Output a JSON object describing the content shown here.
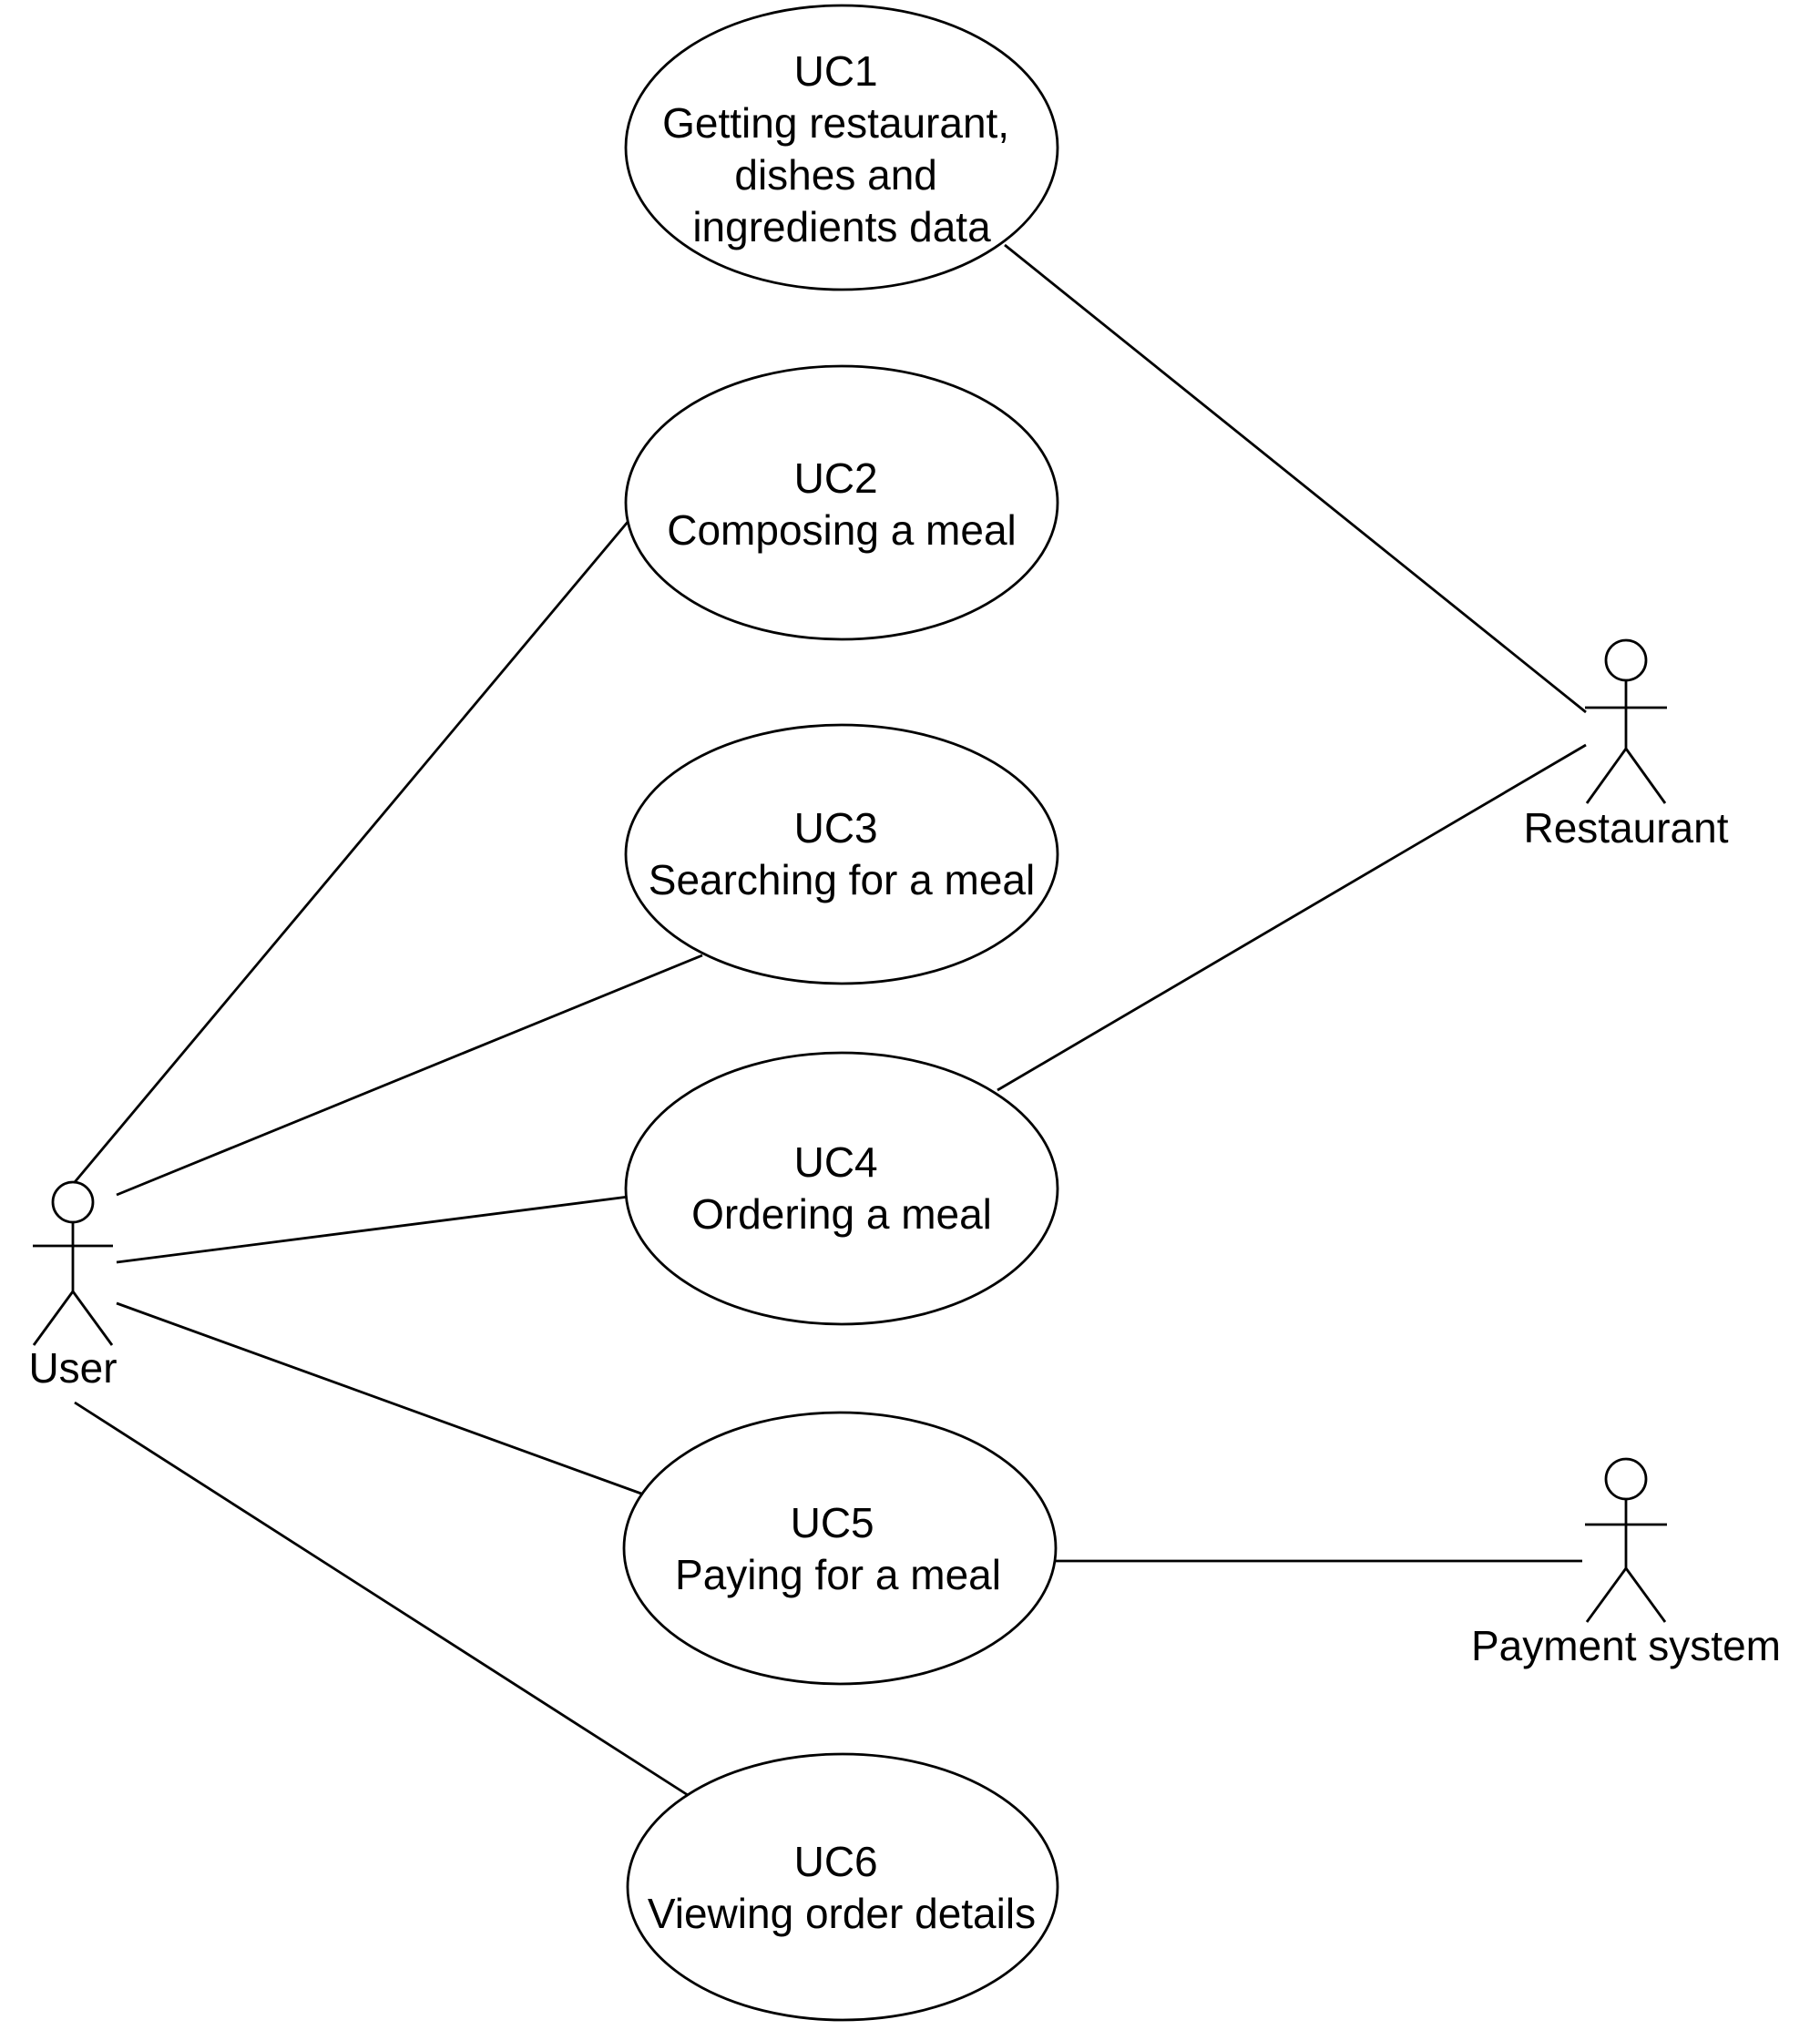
{
  "use_cases": [
    {
      "id": "UC1",
      "name_lines": [
        "Getting restaurant,",
        "dishes and",
        "ingredients data"
      ]
    },
    {
      "id": "UC2",
      "name_lines": [
        "Composing a meal"
      ]
    },
    {
      "id": "UC3",
      "name_lines": [
        "Searching for a meal"
      ]
    },
    {
      "id": "UC4",
      "name_lines": [
        "Ordering a meal"
      ]
    },
    {
      "id": "UC5",
      "name_lines": [
        "Paying for a meal"
      ]
    },
    {
      "id": "UC6",
      "name_lines": [
        "Viewing order details"
      ]
    }
  ],
  "actors": [
    {
      "key": "user",
      "label": "User"
    },
    {
      "key": "restaurant",
      "label": "Restaurant"
    },
    {
      "key": "payment",
      "label": "Payment system"
    }
  ],
  "associations": [
    {
      "from": "user",
      "to": "UC2"
    },
    {
      "from": "user",
      "to": "UC3"
    },
    {
      "from": "user",
      "to": "UC4"
    },
    {
      "from": "user",
      "to": "UC5"
    },
    {
      "from": "user",
      "to": "UC6"
    },
    {
      "from": "restaurant",
      "to": "UC1"
    },
    {
      "from": "restaurant",
      "to": "UC4"
    },
    {
      "from": "payment",
      "to": "UC5"
    }
  ],
  "colors": {
    "stroke": "#000000",
    "background": "#ffffff"
  }
}
